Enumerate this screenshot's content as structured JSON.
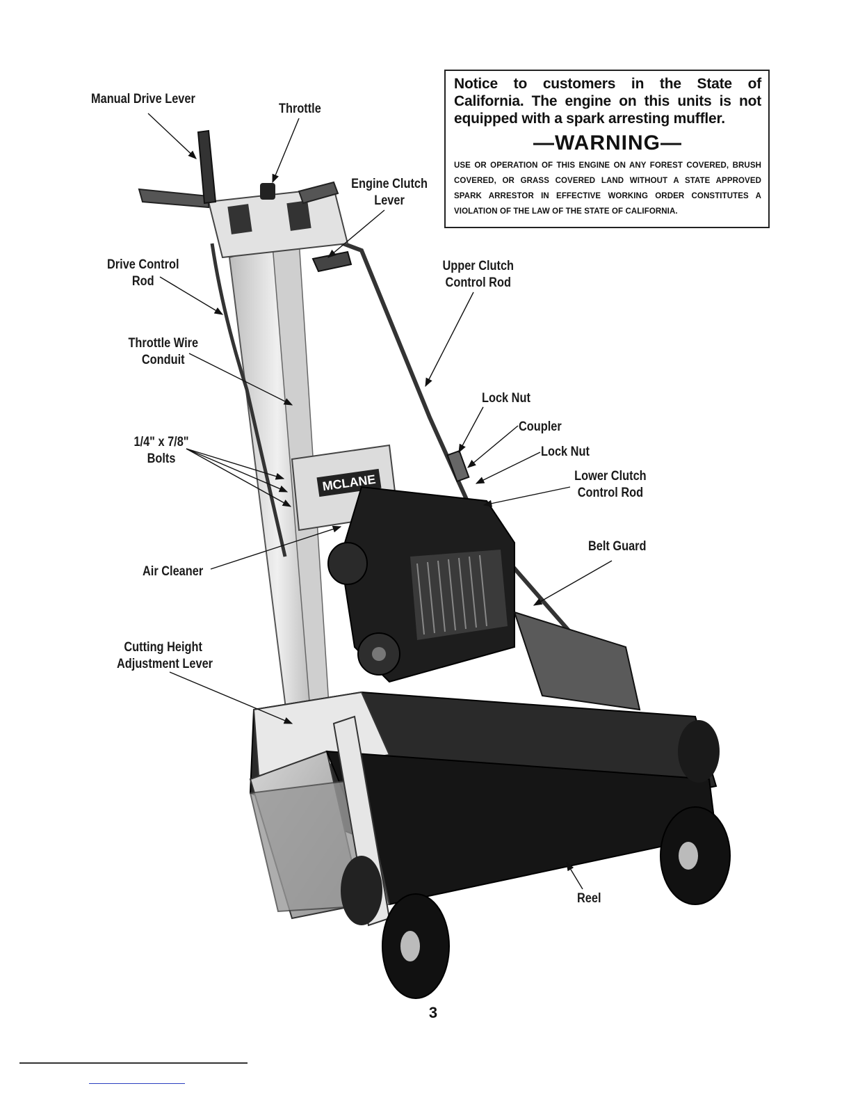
{
  "notice": {
    "text": "Notice to customers in the State of California. The engine on this units is not equipped with a spark arresting muffler.",
    "warning_title": "—WARNING—",
    "warning_text": "USE OR OPERATION OF THIS ENGINE ON ANY FOREST COVERED, BRUSH COVERED, OR GRASS COVERED LAND WITHOUT A STATE APPROVED SPARK ARRESTOR IN EFFECTIVE WORKING ORDER CONSTITUTES A VIOLATION OF THE LAW OF THE STATE OF CALIFORNIA."
  },
  "logo_text": "MCLANE",
  "labels": {
    "manual_drive_lever": "Manual Drive Lever",
    "throttle": "Throttle",
    "engine_clutch_lever_1": "Engine Clutch",
    "engine_clutch_lever_2": "Lever",
    "drive_control_rod_1": "Drive Control",
    "drive_control_rod_2": "Rod",
    "upper_clutch_control_rod_1": "Upper Clutch",
    "upper_clutch_control_rod_2": "Control Rod",
    "throttle_wire_conduit_1": "Throttle Wire",
    "throttle_wire_conduit_2": "Conduit",
    "lock_nut_upper": "Lock Nut",
    "coupler": "Coupler",
    "lock_nut_lower": "Lock Nut",
    "bolts_1": "1/4\" x 7/8\"",
    "bolts_2": "Bolts",
    "lower_clutch_control_rod_1": "Lower Clutch",
    "lower_clutch_control_rod_2": "Control Rod",
    "belt_guard": "Belt Guard",
    "air_cleaner": "Air Cleaner",
    "cutting_height_1": "Cutting Height",
    "cutting_height_2": "Adjustment Lever",
    "reel": "Reel"
  },
  "page_number": "3"
}
